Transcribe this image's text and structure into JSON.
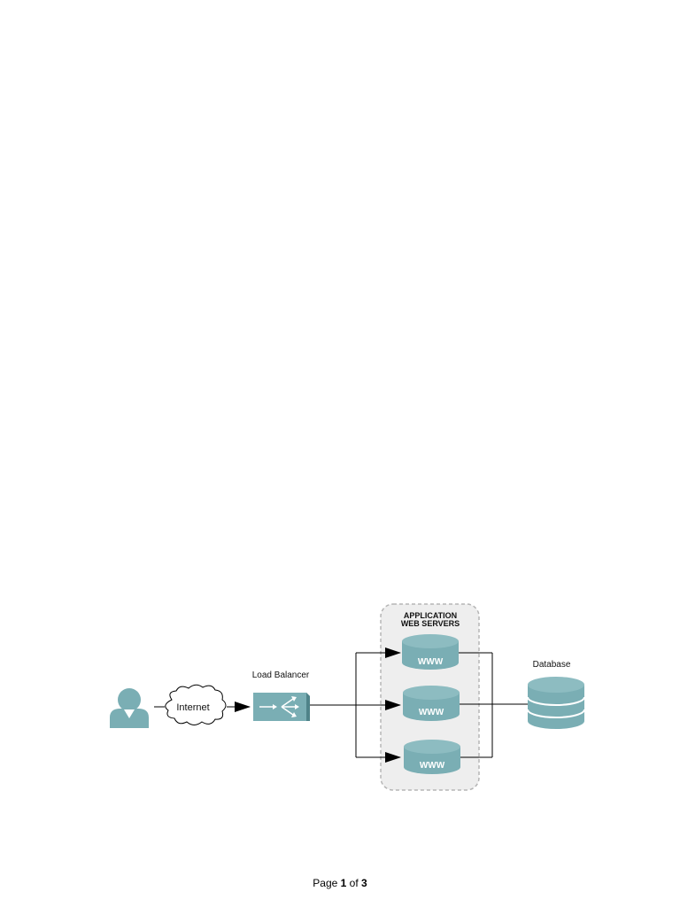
{
  "diagram": {
    "nodes": {
      "user": {
        "icon": "user-icon"
      },
      "internet": {
        "label": "Internet",
        "icon": "cloud-icon"
      },
      "load_balancer": {
        "label": "Load Balancer",
        "icon": "load-balancer-icon"
      },
      "web_servers_group": {
        "label_line1": "APPLICATION",
        "label_line2": "WEB SERVERS"
      },
      "web_servers": [
        {
          "label": "WWW"
        },
        {
          "label": "WWW"
        },
        {
          "label": "WWW"
        }
      ],
      "database": {
        "label": "Database",
        "icon": "database-icon"
      }
    },
    "edges": [
      {
        "from": "user",
        "to": "internet"
      },
      {
        "from": "internet",
        "to": "load_balancer"
      },
      {
        "from": "load_balancer",
        "to": "web_server_1"
      },
      {
        "from": "load_balancer",
        "to": "web_server_2"
      },
      {
        "from": "load_balancer",
        "to": "web_server_3"
      },
      {
        "from": "web_server_1",
        "to": "database"
      },
      {
        "from": "web_server_2",
        "to": "database"
      },
      {
        "from": "web_server_3",
        "to": "database"
      }
    ],
    "colors": {
      "node_fill": "#7aaeb4",
      "node_dark": "#5d9399",
      "group_fill": "#eeeeee",
      "group_border": "#b5b5b5",
      "line": "#000000"
    }
  },
  "footer": {
    "prefix": "Page",
    "current": "1",
    "of": "of",
    "total": "3"
  }
}
